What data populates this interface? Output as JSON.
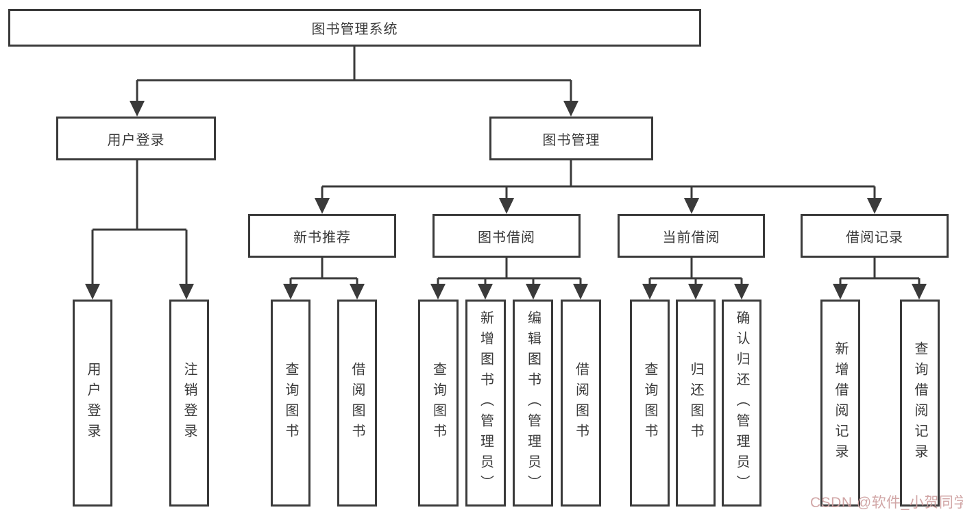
{
  "diagram": {
    "root": {
      "label": "图书管理系统"
    },
    "level2": [
      {
        "label": "用户登录"
      },
      {
        "label": "图书管理"
      }
    ],
    "level3": [
      {
        "label": "新书推荐"
      },
      {
        "label": "图书借阅"
      },
      {
        "label": "当前借阅"
      },
      {
        "label": "借阅记录"
      }
    ],
    "leaves": [
      {
        "label": "用户登录"
      },
      {
        "label": "注销登录"
      },
      {
        "label": "查询图书"
      },
      {
        "label": "借阅图书"
      },
      {
        "label": "查询图书"
      },
      {
        "label": "新增图书（管理员）"
      },
      {
        "label": "编辑图书（管理员）"
      },
      {
        "label": "借阅图书"
      },
      {
        "label": "查询图书"
      },
      {
        "label": "归还图书"
      },
      {
        "label": "确认归还（管理员）"
      },
      {
        "label": "新增借阅记录"
      },
      {
        "label": "查询借阅记录"
      }
    ]
  },
  "watermark": {
    "text": "CSDN @软件_小贺同学"
  },
  "colors": {
    "line": "#3a3a3a",
    "box_background": "#ffffff",
    "text": "#3a3a3a",
    "watermark": "#cd9e9e"
  }
}
